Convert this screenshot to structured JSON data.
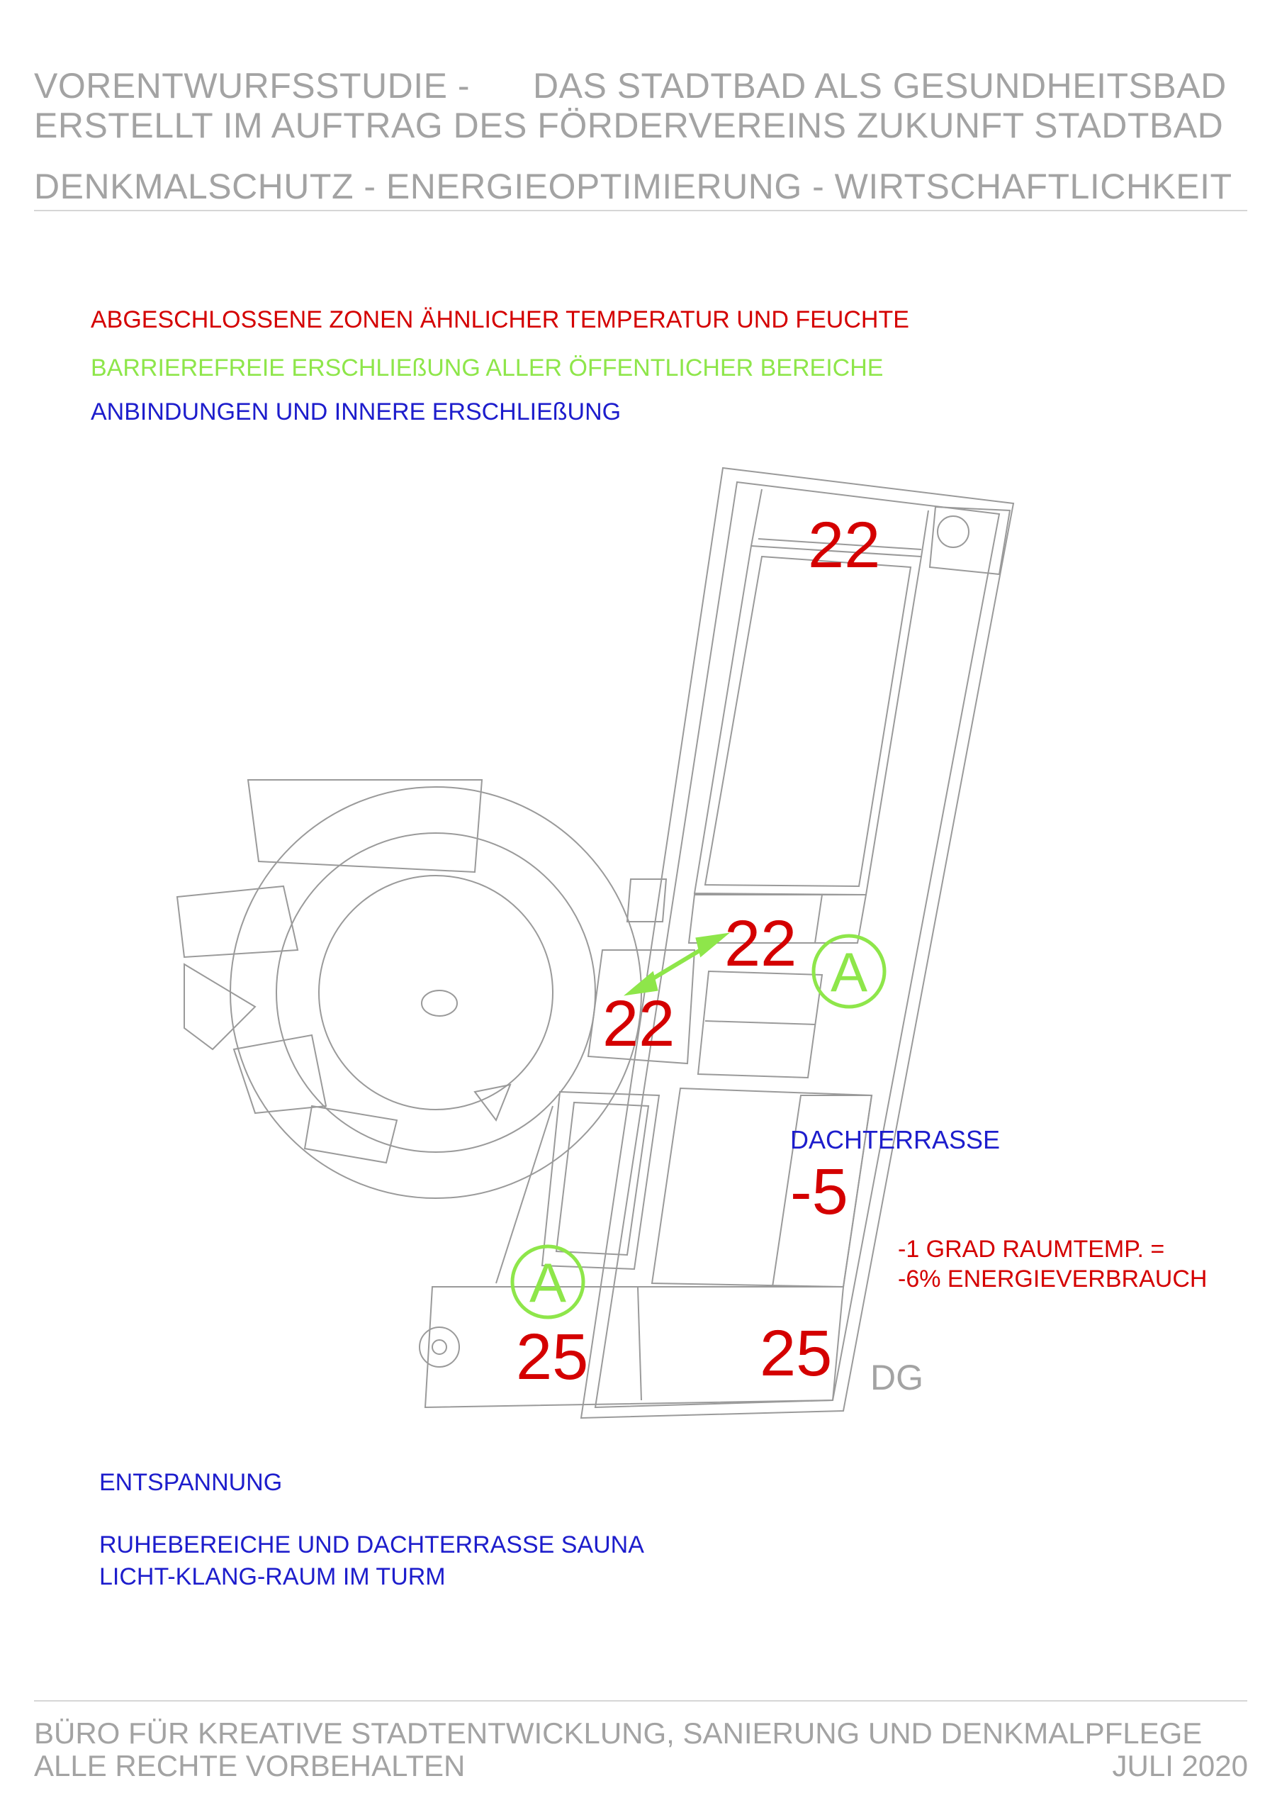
{
  "header": {
    "line1_left": "VORENTWURFSSTUDIE   -",
    "line1_right": "DAS STADTBAD ALS GESUNDHEITSBAD",
    "line2": "ERSTELLT IM AUFTRAG DES FÖRDERVEREINS ZUKUNFT STADTBAD",
    "line3": "DENKMALSCHUTZ - ENERGIEOPTIMIERUNG - WIRTSCHAFTLICHKEIT"
  },
  "legend": {
    "red": "ABGESCHLOSSENE ZONEN ÄHNLICHER TEMPERATUR UND FEUCHTE",
    "green": "BARRIEREFREIE ERSCHLIEßUNG ALLER ÖFFENTLICHER BEREICHE",
    "blue": "ANBINDUNGEN UND INNERE ERSCHLIEßUNG"
  },
  "plan": {
    "zones": [
      {
        "label": "22"
      },
      {
        "label": "22"
      },
      {
        "label": "22"
      },
      {
        "label": "-5"
      },
      {
        "label": "25"
      },
      {
        "label": "25"
      }
    ],
    "accessible_marks": [
      {
        "label": "A"
      },
      {
        "label": "A"
      }
    ],
    "terrace_label": "DACHTERRASSE",
    "floor_label": "DG"
  },
  "energy_note": {
    "line1": "-1 GRAD RAUMTEMP. =",
    "line2": "-6% ENERGIEVERBRAUCH"
  },
  "notes": {
    "title": "ENTSPANNUNG",
    "line1": "RUHEBEREICHE UND DACHTERRASSE SAUNA",
    "line2": "LICHT-KLANG-RAUM IM TURM"
  },
  "footer": {
    "line1": "BÜRO FÜR KREATIVE STADTENTWICKLUNG, SANIERUNG UND DENKMALPFLEGE",
    "line2_left": "ALLE RECHTE VORBEHALTEN",
    "line2_right": "JULI 2020"
  },
  "colors": {
    "header_gray": "#a3a3a3",
    "zone_red": "#d40000",
    "access_green": "#8ee64a",
    "link_blue": "#1d1dcc",
    "plan_line": "#9a9a9a"
  }
}
